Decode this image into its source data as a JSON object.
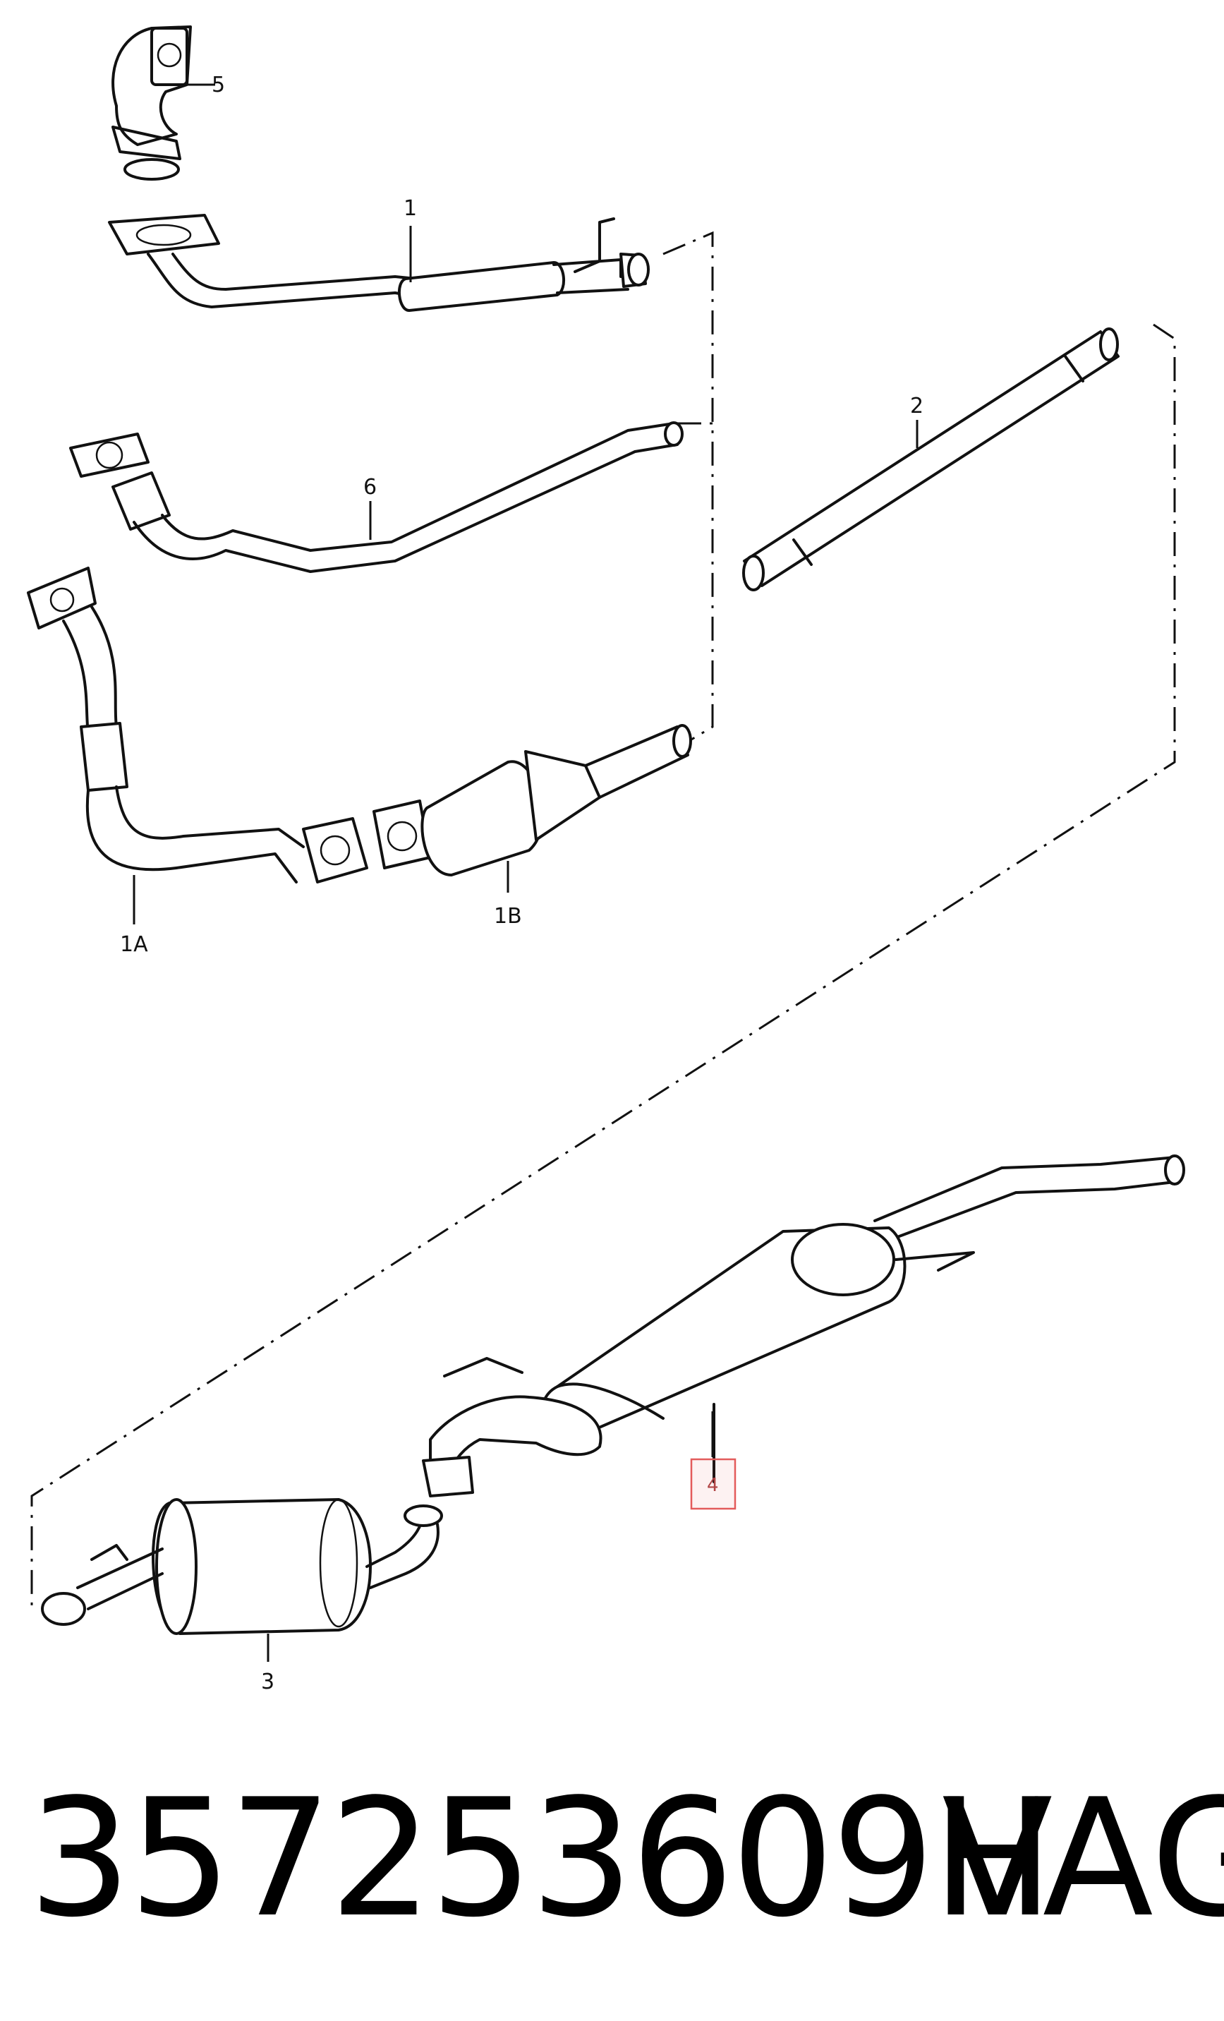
{
  "diagram": {
    "callouts": {
      "part_1": "1",
      "part_1a": "1A",
      "part_1b": "1B",
      "part_2": "2",
      "part_3": "3",
      "part_4": "4",
      "part_5": "5",
      "part_6": "6"
    },
    "highlighted_part": "4",
    "highlight_color": "#e35b5b"
  },
  "footer": {
    "part_number": "357253609H",
    "brand": "VAG"
  }
}
